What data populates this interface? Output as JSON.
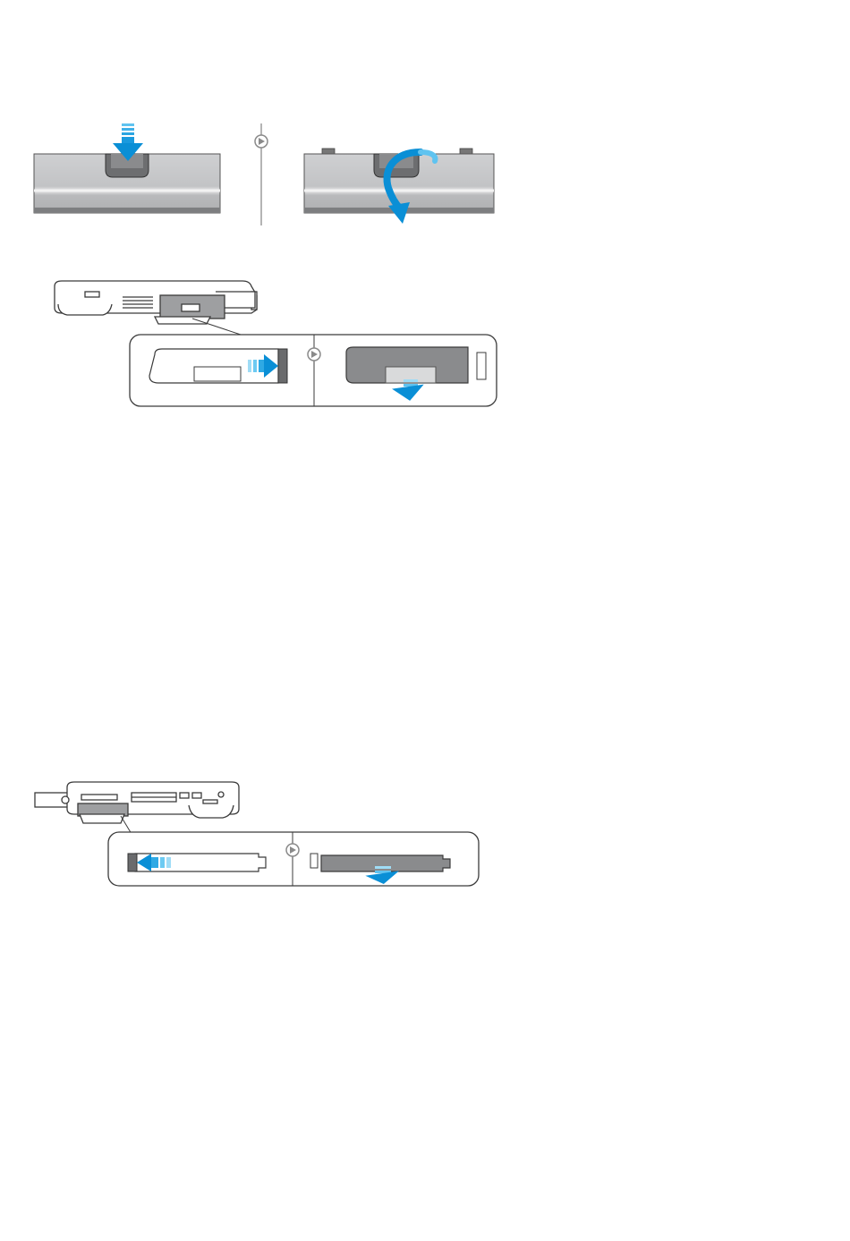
{
  "document": {
    "figures": [
      {
        "id": "battery-latch-release",
        "steps": 2
      },
      {
        "id": "left-side-bay-removal",
        "steps": 2
      },
      {
        "id": "right-side-bay-removal",
        "steps": 2
      }
    ],
    "colors": {
      "arrow_blue": "#0a8fd6",
      "arrow_blue_light": "#5fc3f0",
      "panel_gray": "#c8c9cb",
      "panel_dark": "#8a8b8d",
      "outline": "#3b3b3b",
      "step_marker": "#9a9a9a"
    },
    "icons": [
      "step-arrow-icon",
      "push-arrow-icon",
      "rotate-arrow-icon",
      "slide-arrow-icon",
      "pull-out-arrow-icon"
    ]
  }
}
